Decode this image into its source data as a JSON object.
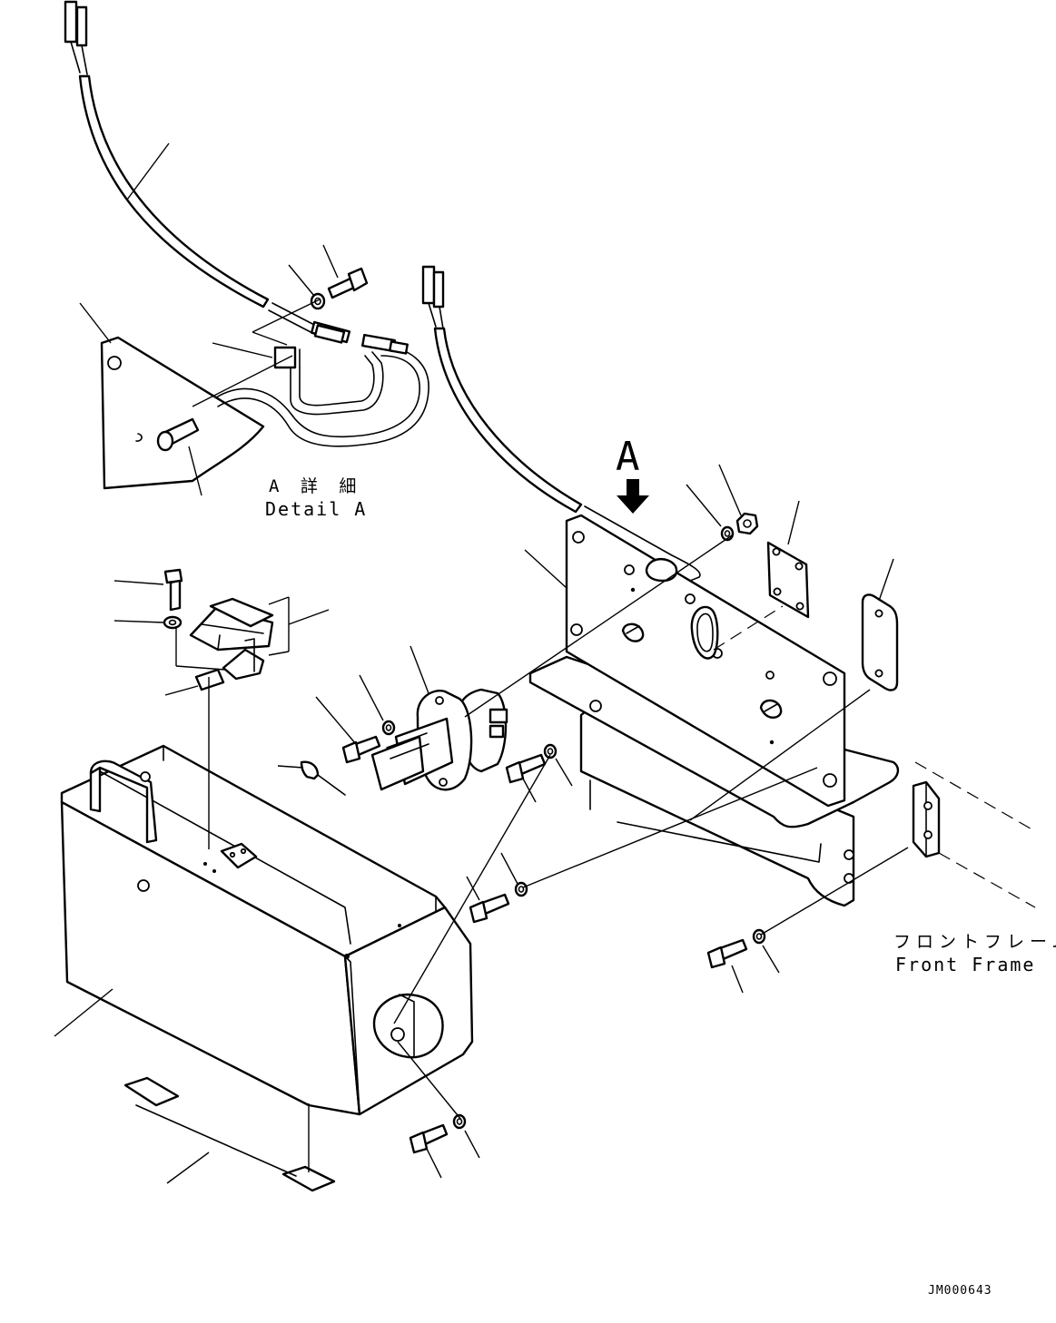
{
  "view_label": "A",
  "detail_caption_jp": "A 詳 細",
  "detail_caption_en": "Detail A",
  "frame_caption_jp": "フロントフレーム",
  "frame_caption_en": "Front Frame",
  "drawing_number": "JM000643"
}
